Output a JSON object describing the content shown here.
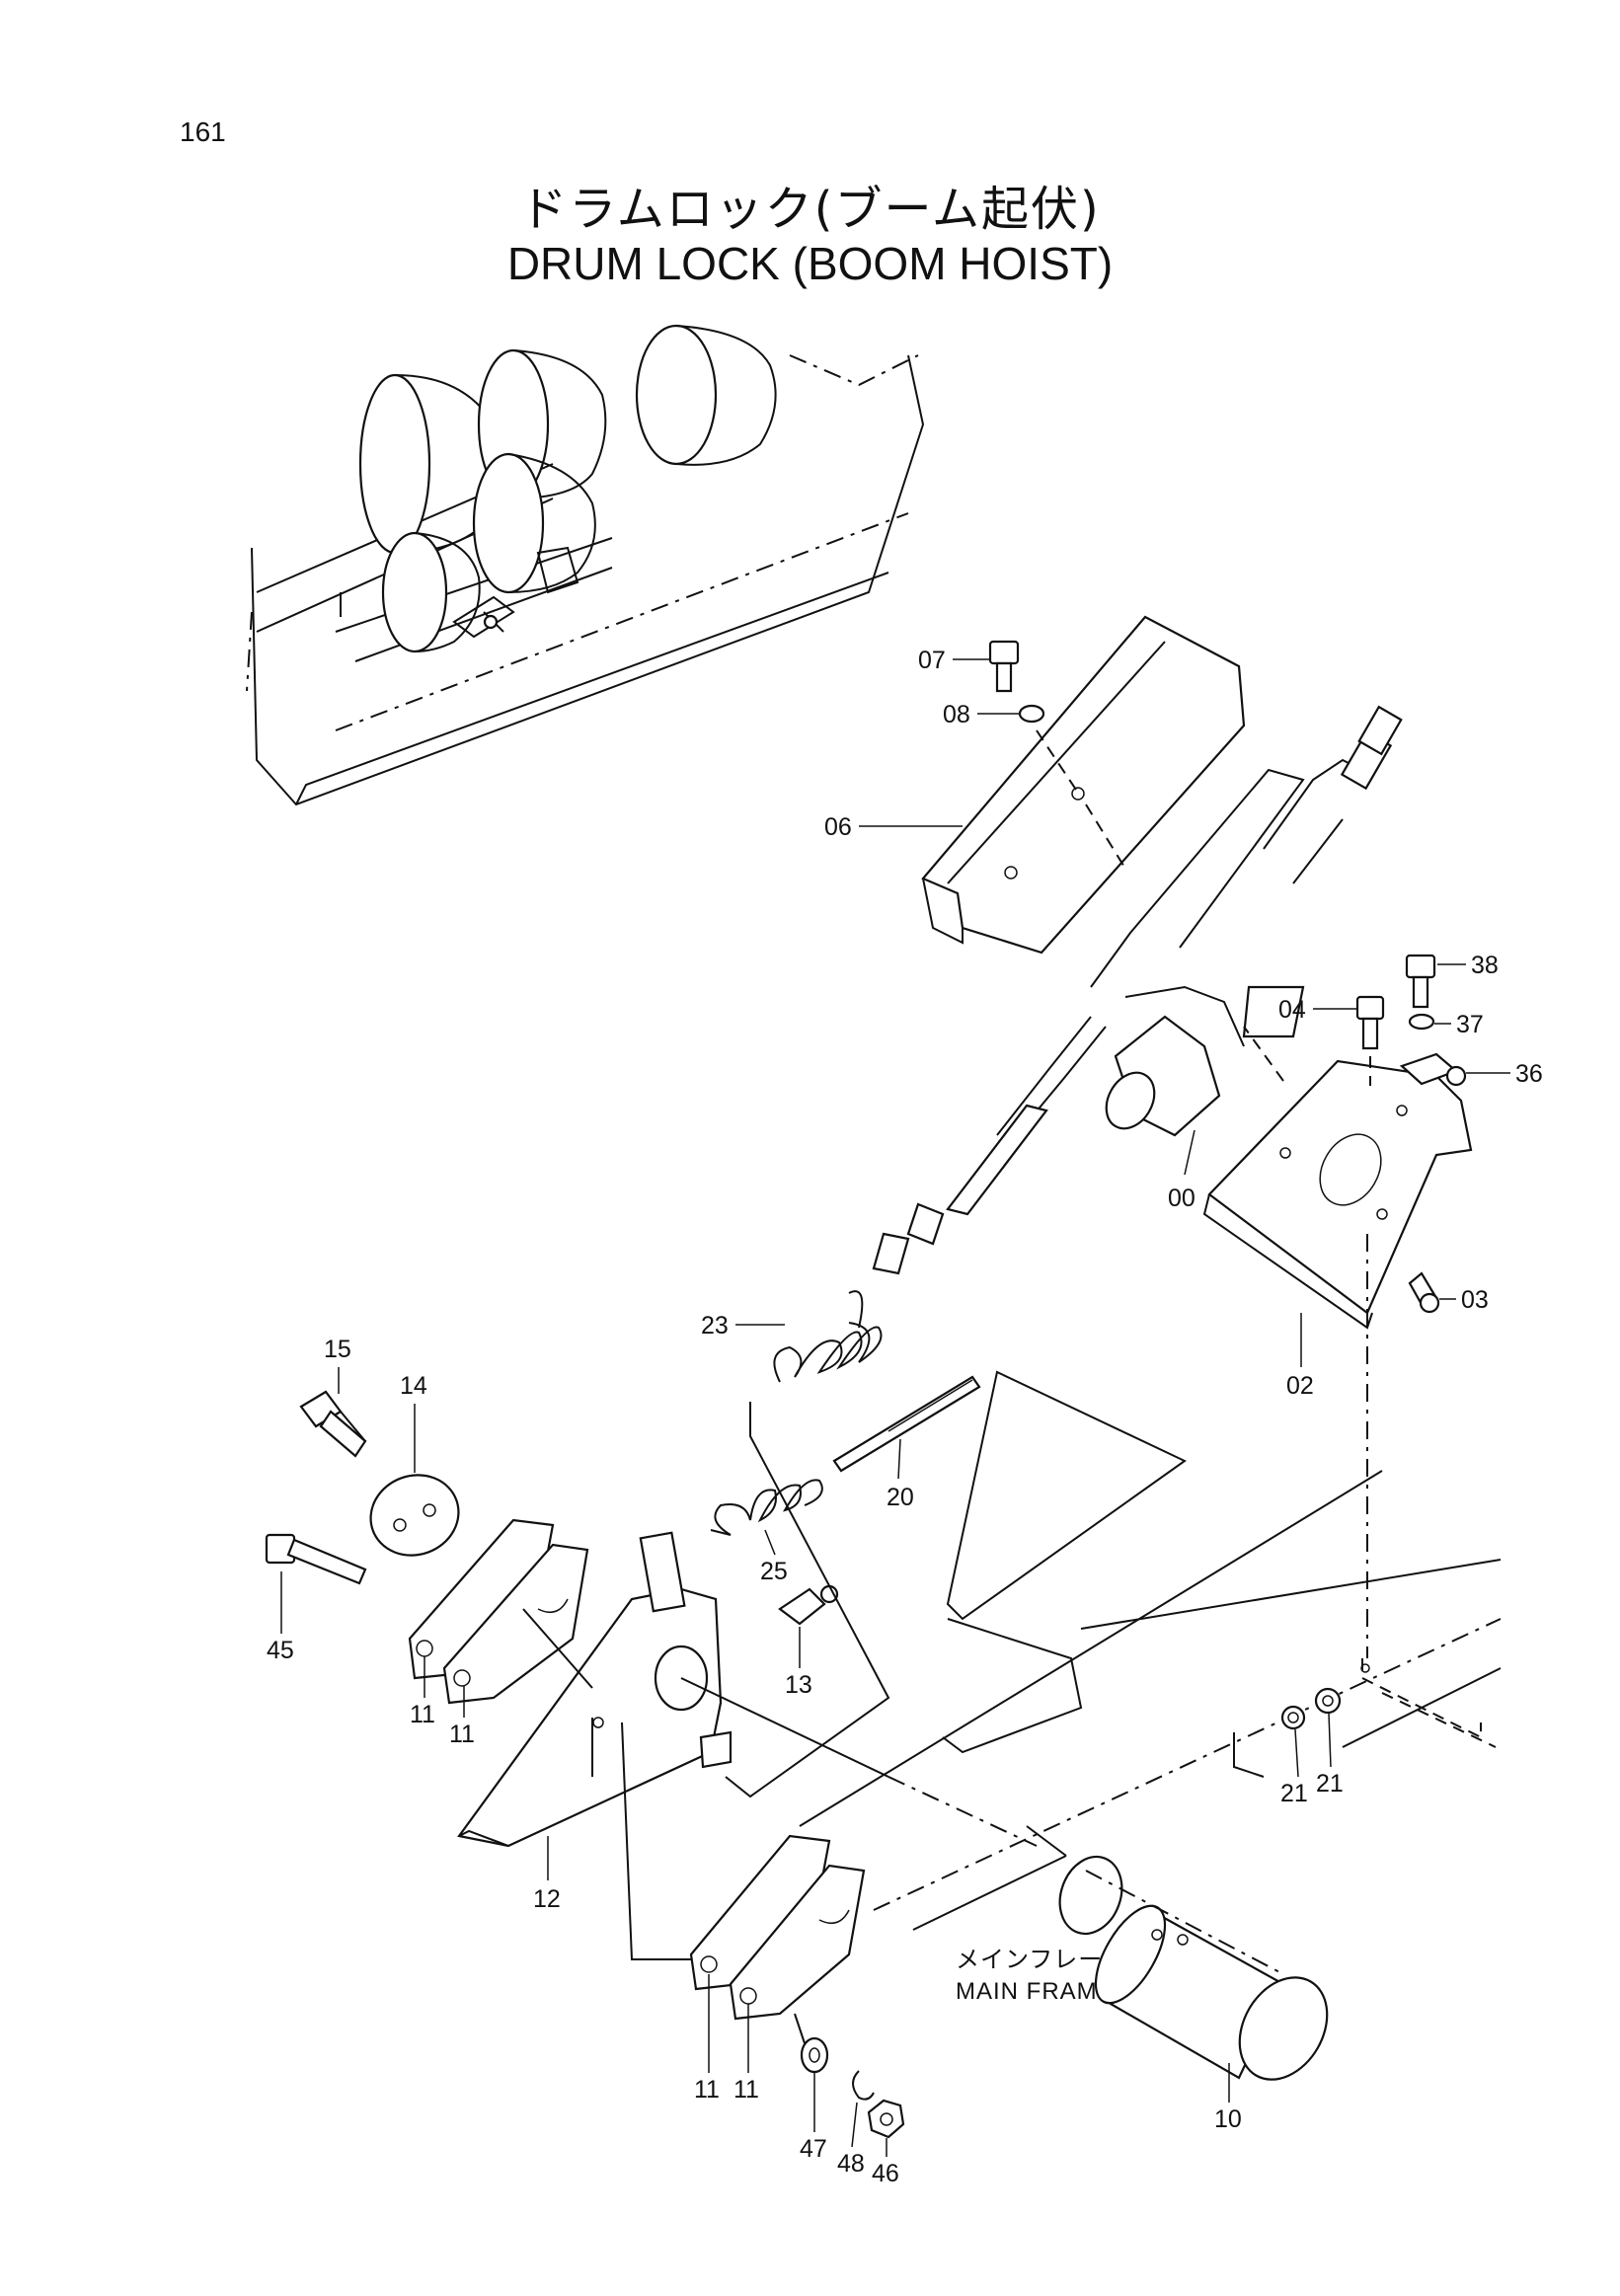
{
  "page": {
    "number": "161"
  },
  "title": {
    "japanese": "ドラムロック(ブーム起伏)",
    "english": "DRUM LOCK (BOOM HOIST)"
  },
  "frame_label": {
    "japanese": "メインフレーム",
    "english": "MAIN FRAME"
  },
  "parts": [
    {
      "id": "p00",
      "label": "00"
    },
    {
      "id": "p02",
      "label": "02"
    },
    {
      "id": "p03",
      "label": "03"
    },
    {
      "id": "p04",
      "label": "04"
    },
    {
      "id": "p06",
      "label": "06"
    },
    {
      "id": "p07",
      "label": "07"
    },
    {
      "id": "p08",
      "label": "08"
    },
    {
      "id": "p10",
      "label": "10"
    },
    {
      "id": "p11a",
      "label": "11"
    },
    {
      "id": "p11b",
      "label": "11"
    },
    {
      "id": "p11c",
      "label": "11"
    },
    {
      "id": "p11d",
      "label": "11"
    },
    {
      "id": "p12",
      "label": "12"
    },
    {
      "id": "p13",
      "label": "13"
    },
    {
      "id": "p14",
      "label": "14"
    },
    {
      "id": "p15",
      "label": "15"
    },
    {
      "id": "p20",
      "label": "20"
    },
    {
      "id": "p21a",
      "label": "21"
    },
    {
      "id": "p21b",
      "label": "21"
    },
    {
      "id": "p23",
      "label": "23"
    },
    {
      "id": "p25",
      "label": "25"
    },
    {
      "id": "p36",
      "label": "36"
    },
    {
      "id": "p37",
      "label": "37"
    },
    {
      "id": "p38",
      "label": "38"
    },
    {
      "id": "p45",
      "label": "45"
    },
    {
      "id": "p46",
      "label": "46"
    },
    {
      "id": "p47",
      "label": "47"
    },
    {
      "id": "p48",
      "label": "48"
    }
  ]
}
